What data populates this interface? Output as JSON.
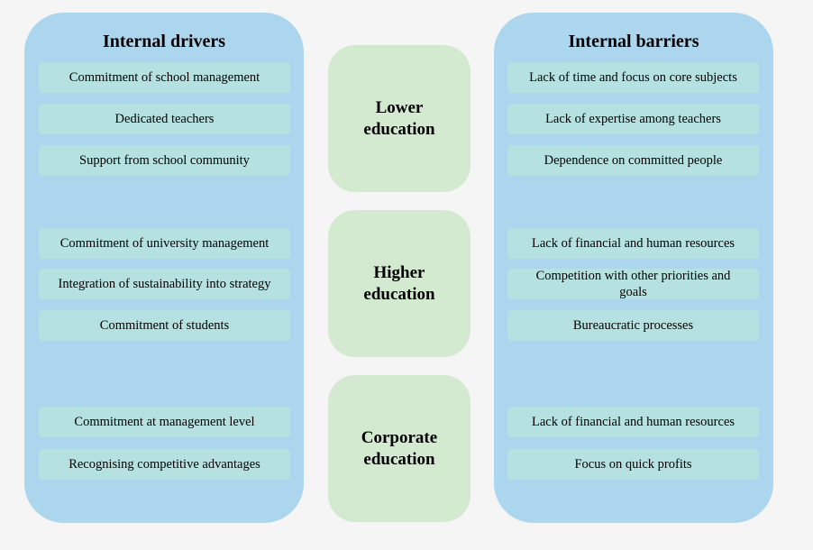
{
  "drivers": {
    "title": "Internal drivers",
    "items": [
      "Commitment of school management",
      "Dedicated teachers",
      "Support from school community",
      "Commitment of university management",
      "Integration of sustainability into strategy",
      "Commitment of students",
      "Commitment at management level",
      "Recognising competitive advantages"
    ]
  },
  "levels": [
    "Lower education",
    "Higher education",
    "Corporate education"
  ],
  "barriers": {
    "title": "Internal barriers",
    "items": [
      "Lack of time and focus on core subjects",
      "Lack of expertise among teachers",
      "Dependence on committed people",
      "Lack of financial and human resources",
      "Competition with other priorities and goals",
      "Bureaucratic processes",
      "Lack of financial and human resources",
      "Focus on quick profits"
    ]
  }
}
